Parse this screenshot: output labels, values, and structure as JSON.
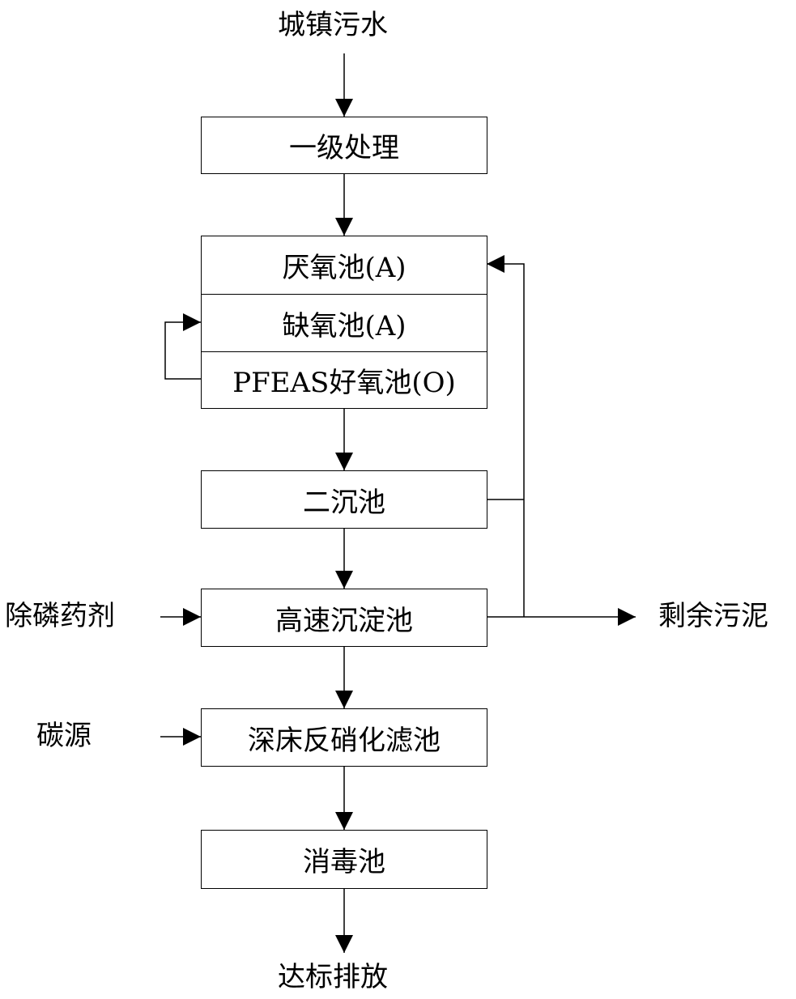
{
  "source_label": "城镇污水",
  "primary_treatment": "一级处理",
  "bioreactor": {
    "anaerobic": "厌氧池(A)",
    "anoxic": "缺氧池(A)",
    "aerobic": "PFEAS好氧池(O)"
  },
  "secondary_clarifier": "二沉池",
  "high_rate_sedimentation": "高速沉淀池",
  "denitrification_filter": "深床反硝化滤池",
  "disinfection": "消毒池",
  "discharge_label": "达标排放",
  "phosphorus_reagent_label": "除磷药剂",
  "carbon_source_label": "碳源",
  "excess_sludge_label": "剩余污泥"
}
